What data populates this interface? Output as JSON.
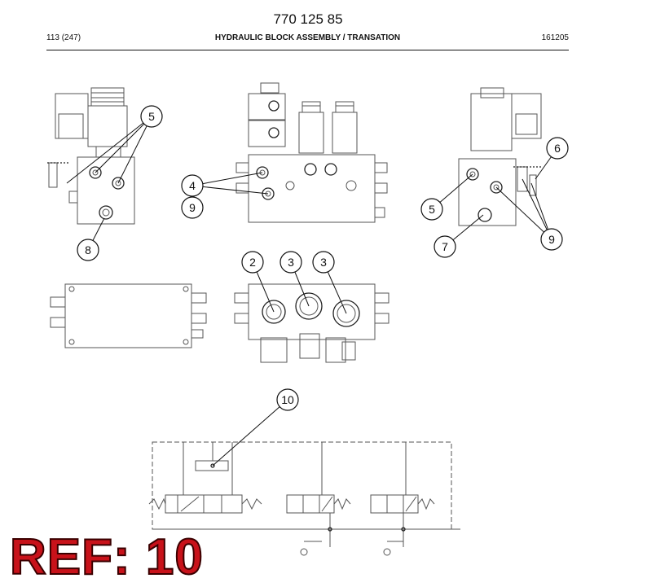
{
  "header": {
    "part_number": "770 125 85",
    "page": "113 (247)",
    "title": "HYDRAULIC BLOCK ASSEMBLY / TRANSATION",
    "code": "161205"
  },
  "callouts": [
    {
      "id": "callout-5-left",
      "label": "5"
    },
    {
      "id": "callout-8",
      "label": "8"
    },
    {
      "id": "callout-4",
      "label": "4"
    },
    {
      "id": "callout-9-center",
      "label": "9"
    },
    {
      "id": "callout-6",
      "label": "6"
    },
    {
      "id": "callout-5-right",
      "label": "5"
    },
    {
      "id": "callout-7",
      "label": "7"
    },
    {
      "id": "callout-9-right",
      "label": "9"
    },
    {
      "id": "callout-2",
      "label": "2"
    },
    {
      "id": "callout-3-a",
      "label": "3"
    },
    {
      "id": "callout-3-b",
      "label": "3"
    },
    {
      "id": "callout-10",
      "label": "10"
    }
  ],
  "reference": "REF: 10"
}
